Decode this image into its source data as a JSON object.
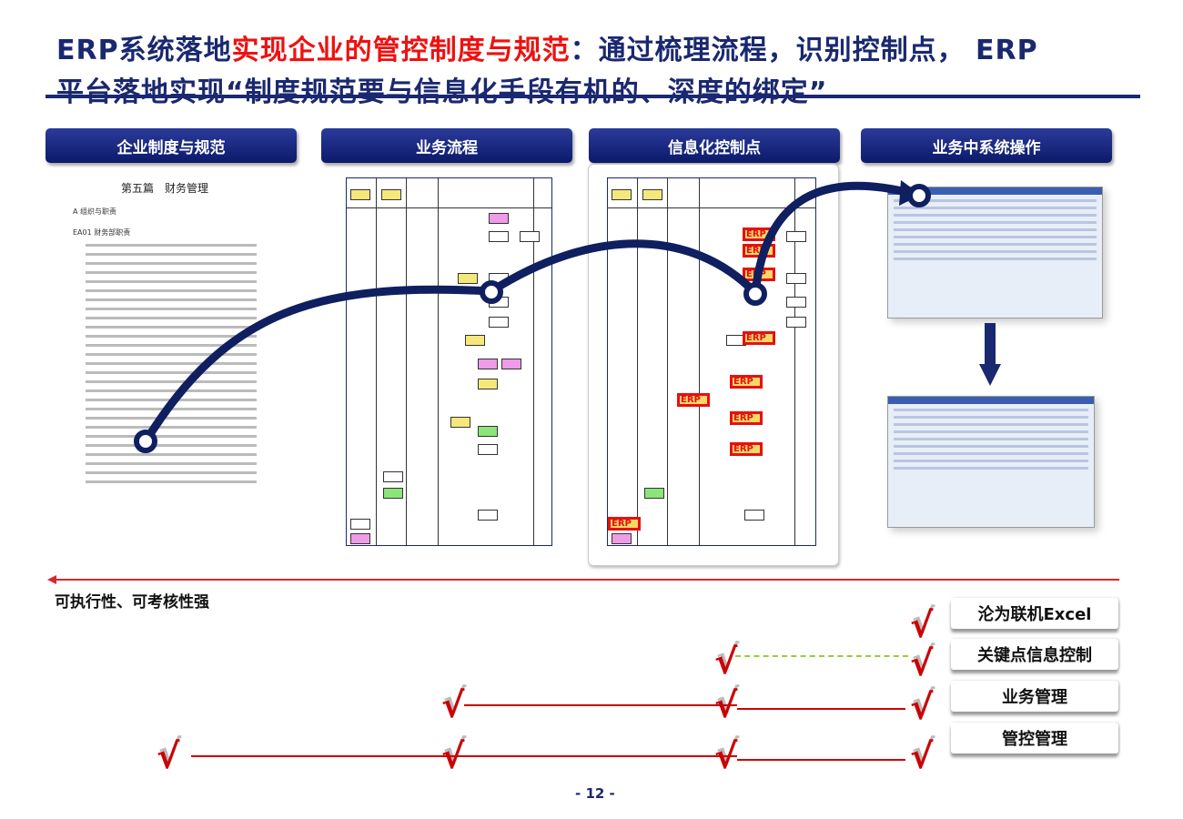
{
  "title": {
    "line1_a": "ERP系统落地",
    "line1_red": "实现企业的管控制度与规范",
    "line1_b": "：通过梳理流程，识别控制点， ERP",
    "line2": "平台落地实现“制度规范要与信息化手段有机的、深度的绑定”"
  },
  "headers": [
    "企业制度与规范",
    "业务流程",
    "信息化控制点",
    "业务中系统操作"
  ],
  "document": {
    "title": "第五篇　财务管理",
    "section": "A 组织与职责",
    "subsection": "EA01 财务部职责"
  },
  "erp_tag": "ERP",
  "scale": {
    "label": "可执行性、可考核性强"
  },
  "levels": [
    "沦为联机Excel",
    "关键点信息控制",
    "业务管理",
    "管控管理"
  ],
  "check": "√",
  "page": "- 12 -",
  "colors": {
    "navy": "#1a2870",
    "red": "#ee1111",
    "line": "#d9262e"
  }
}
